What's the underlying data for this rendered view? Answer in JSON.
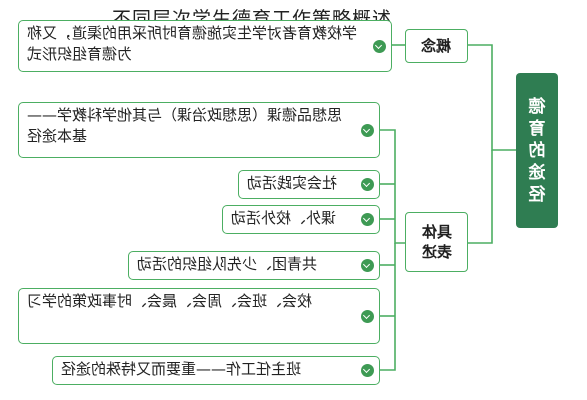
{
  "title": "不同层次学生德育工作策略概述",
  "root": {
    "label": "德育的途径"
  },
  "branches": [
    {
      "label": "概念",
      "items": [
        "学校教育者对学生实施德育时所采用的渠道，又称为德育组织形式"
      ]
    },
    {
      "label": "具体表述",
      "items": [
        "思想品德课（思想政治课）与其他学科教学——基本途径",
        "社会实践活动",
        "课外、校外活动",
        "共青团、少先队组织的活动",
        "校会、班会、周会、晨会、时事政策的学习",
        "班主任工作——重要而又特殊的途径"
      ]
    }
  ],
  "colors": {
    "accent": "#4cae62",
    "root_fill": "#2f7d52",
    "check": "#3e9a54"
  }
}
